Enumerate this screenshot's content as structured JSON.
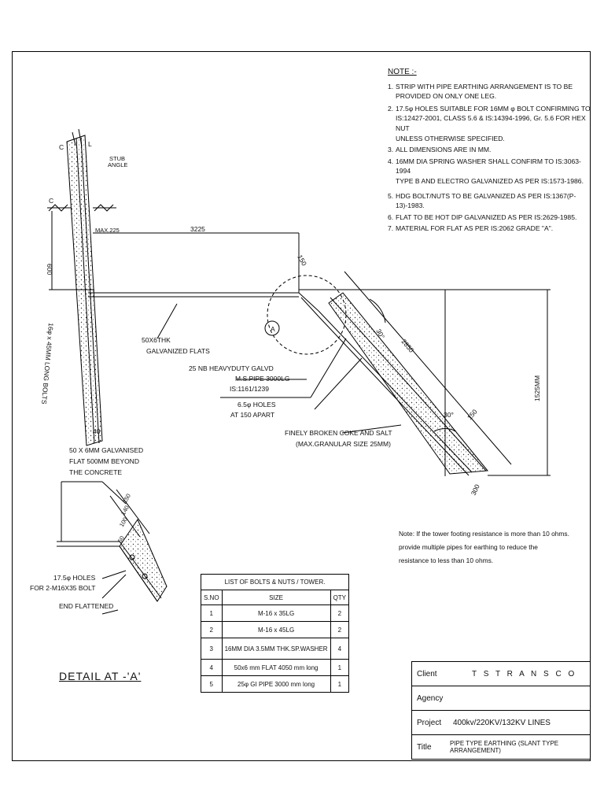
{
  "notes": {
    "heading": "NOTE :-",
    "items": [
      {
        "n": "1.",
        "text": "STRIP WITH PIPE EARTHING ARRANGEMENT IS TO BE\nPROVIDED ON ONLY ONE LEG."
      },
      {
        "n": "2.",
        "text": "17.5φ HOLES SUITABLE FOR 16MM φ BOLT CONFIRMING TO\nIS:12427-2001, CLASS 5.6 & IS:14394-1996, Gr. 5.6 FOR HEX NUT\nUNLESS OTHERWISE SPECIFIED."
      },
      {
        "n": "3.",
        "text": "ALL DIMENSIONS ARE IN MM."
      },
      {
        "n": "4.",
        "text": "16MM DIA SPRING WASHER SHALL CONFIRM TO IS:3063-1994\nTYPE B AND ELECTRO GALVANIZED AS PER IS:1573-1986."
      },
      {
        "n": "5.",
        "text": "HDG BOLT/NUTS TO BE GALVANIZED AS PER IS:1367(P-13)-1983."
      },
      {
        "n": "6.",
        "text": "FLAT TO BE HOT DIP GALVANIZED AS PER IS:2629-1985."
      },
      {
        "n": "7.",
        "text": "MATERIAL FOR  FLAT AS PER IS:2062  GRADE \"A\"."
      }
    ]
  },
  "note_resistance": "Note: If the tower footing resistance is more than 10 ohms.\nprovide multiple pipes for earthing to reduce the\nresistance to less than 10 ohms.",
  "drawing": {
    "label_c_top": "C",
    "label_l": "L",
    "label_c_mid": "C",
    "stub_angle": "STUB\nANGLE",
    "dim_600": "600",
    "max_225": "MAX.225",
    "dim_3225": "3225",
    "dim_150_top": "150",
    "bolts_label": "16φ x 45MM LONG BOLTS",
    "flats_label": "50X6THK\nGALVANIZED FLATS",
    "pipe_label": "25 NB HEAVYDUTY  GALVD\nM.S.PIPE 3000LG\nIS:1161/1239",
    "holes_label": "6.5φ HOLES\nAT 150 APART",
    "coke_label": "FINELY BROKEN COKE AND SALT\n(MAX.GRANULAR SIZE 25MM)",
    "dim_30_a": "30°",
    "dim_2850": "2850",
    "dim_1525": "1525MM",
    "dim_30_b": "30°",
    "dim_150_b": "150",
    "dim_300": "300",
    "circle_a": "A",
    "dim_40": "40",
    "flat_500": "50 X 6MM GALVANISED\nFLAT 500MM BEYOND\nTHE CONCRETE",
    "det_150": "150",
    "det_140": "140",
    "det_100": "100",
    "det_50": "50",
    "det_holes": "17.5φ HOLES\nFOR 2-M16X35 BOLT",
    "end_flattened": "END FLATTENED"
  },
  "detail_title": "DETAIL AT -'A'",
  "bolts_table": {
    "title": "LIST OF BOLTS & NUTS  /  TOWER.",
    "headers": [
      "S.NO",
      "SIZE",
      "QTY"
    ],
    "rows": [
      {
        "sno": "1",
        "size": "M-16 x 35LG",
        "qty": "2"
      },
      {
        "sno": "2",
        "size": "M-16 x 45LG",
        "qty": "2"
      },
      {
        "sno": "3",
        "size": "16MM DIA 3.5MM THK.SP.WASHER",
        "qty": "4"
      },
      {
        "sno": "4",
        "size": "50x6 mm FLAT 4050 mm long",
        "qty": "1"
      },
      {
        "sno": "5",
        "size": "25φ GI PIPE     3000 mm long",
        "qty": "1"
      }
    ]
  },
  "title_block": {
    "client_label": "Client",
    "client_value": "T S T R A N S C O",
    "agency_label": "Agency",
    "agency_value": "",
    "project_label": "Project",
    "project_value": "400kv/220KV/132KV LINES",
    "title_label": "Title",
    "title_value": "PIPE TYPE EARTHING (SLANT TYPE ARRANGEMENT)"
  }
}
